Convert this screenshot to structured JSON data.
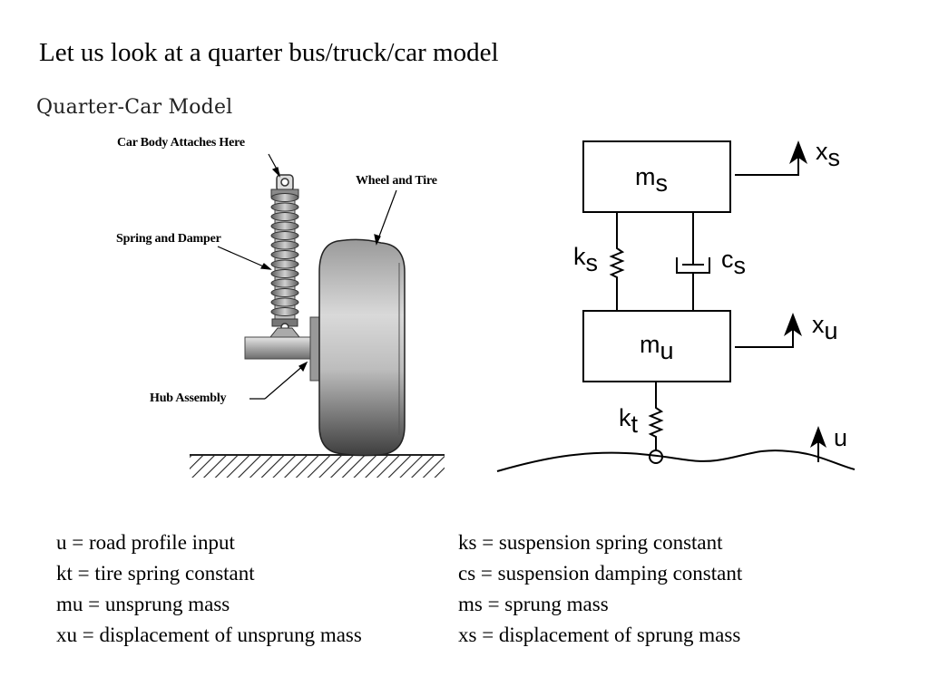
{
  "slide": {
    "title": "Let us look at a quarter bus/truck/car model"
  },
  "illustration": {
    "title": "Quarter-Car Model",
    "callouts": {
      "body_attach": "Car Body Attaches Here",
      "wheel_tire": "Wheel and Tire",
      "spring_damper": "Spring and Damper",
      "hub": "Hub Assembly"
    }
  },
  "schematic": {
    "sprung_mass": {
      "base": "m",
      "sub": "s"
    },
    "unsprung_mass": {
      "base": "m",
      "sub": "u"
    },
    "spring_s": {
      "base": "k",
      "sub": "s"
    },
    "damper_s": {
      "base": "c",
      "sub": "s"
    },
    "spring_t": {
      "base": "k",
      "sub": "t"
    },
    "disp_s": {
      "base": "x",
      "sub": "s"
    },
    "disp_u": {
      "base": "x",
      "sub": "u"
    },
    "road": "u"
  },
  "definitions": {
    "left": [
      "u = road profile input",
      "kt = tire spring constant",
      "mu = unsprung mass",
      "xu = displacement of unsprung mass"
    ],
    "right": [
      "ks = suspension spring constant",
      "cs = suspension damping constant",
      "ms = sprung mass",
      "xs = displacement of sprung mass"
    ]
  }
}
